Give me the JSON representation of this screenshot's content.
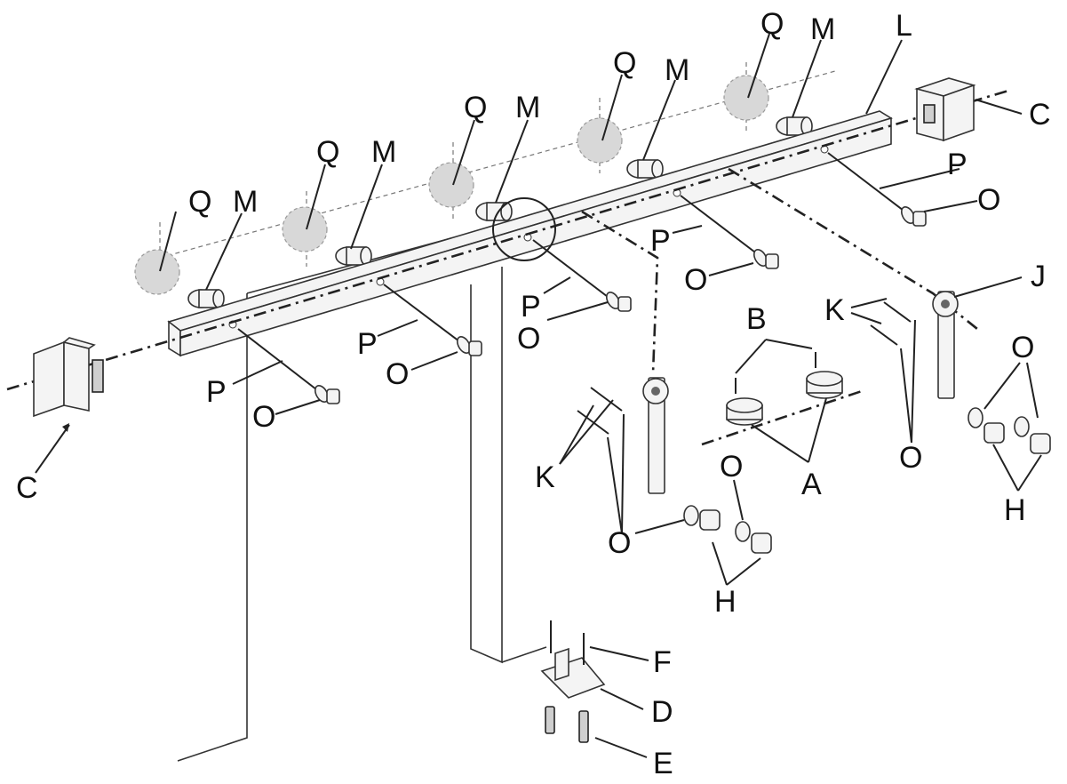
{
  "labels": {
    "A": "A",
    "B": "B",
    "C": "C",
    "D": "D",
    "E": "E",
    "F": "F",
    "H": "H",
    "J": "J",
    "K": "K",
    "L": "L",
    "M": "M",
    "O": "O",
    "P": "P",
    "Q": "Q"
  }
}
